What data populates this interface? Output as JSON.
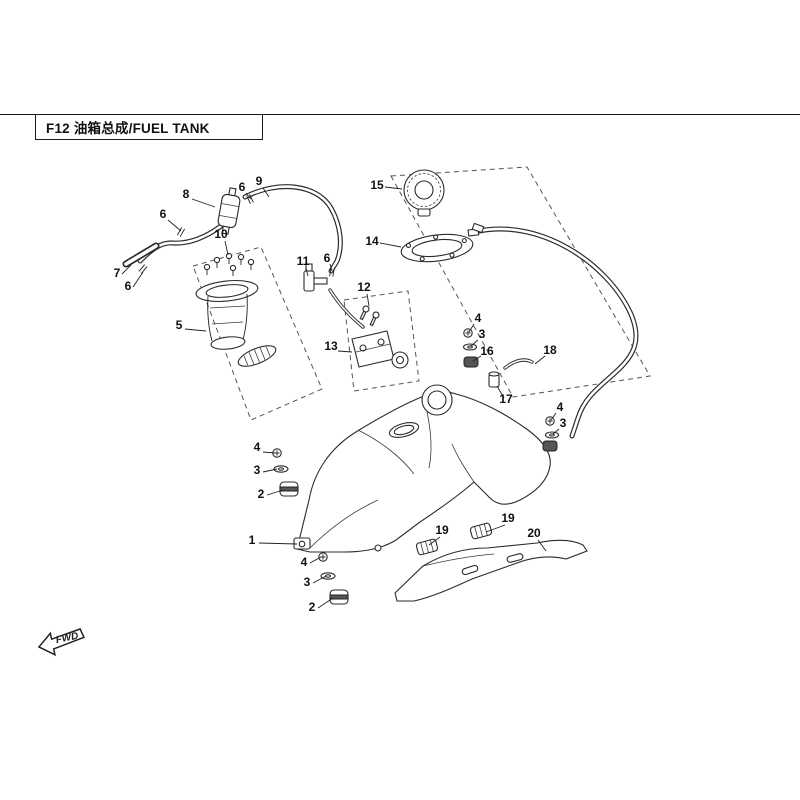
{
  "page": {
    "title": "F12 油箱总成/FUEL TANK",
    "fwd_label": "FWD"
  },
  "callouts": [
    "15",
    "14",
    "9",
    "6",
    "8",
    "6",
    "10",
    "7",
    "6",
    "11",
    "6",
    "12",
    "13",
    "5",
    "4",
    "3",
    "16",
    "18",
    "17",
    "4",
    "3",
    "4",
    "3",
    "2",
    "1",
    "4",
    "3",
    "2",
    "19",
    "19",
    "20"
  ]
}
